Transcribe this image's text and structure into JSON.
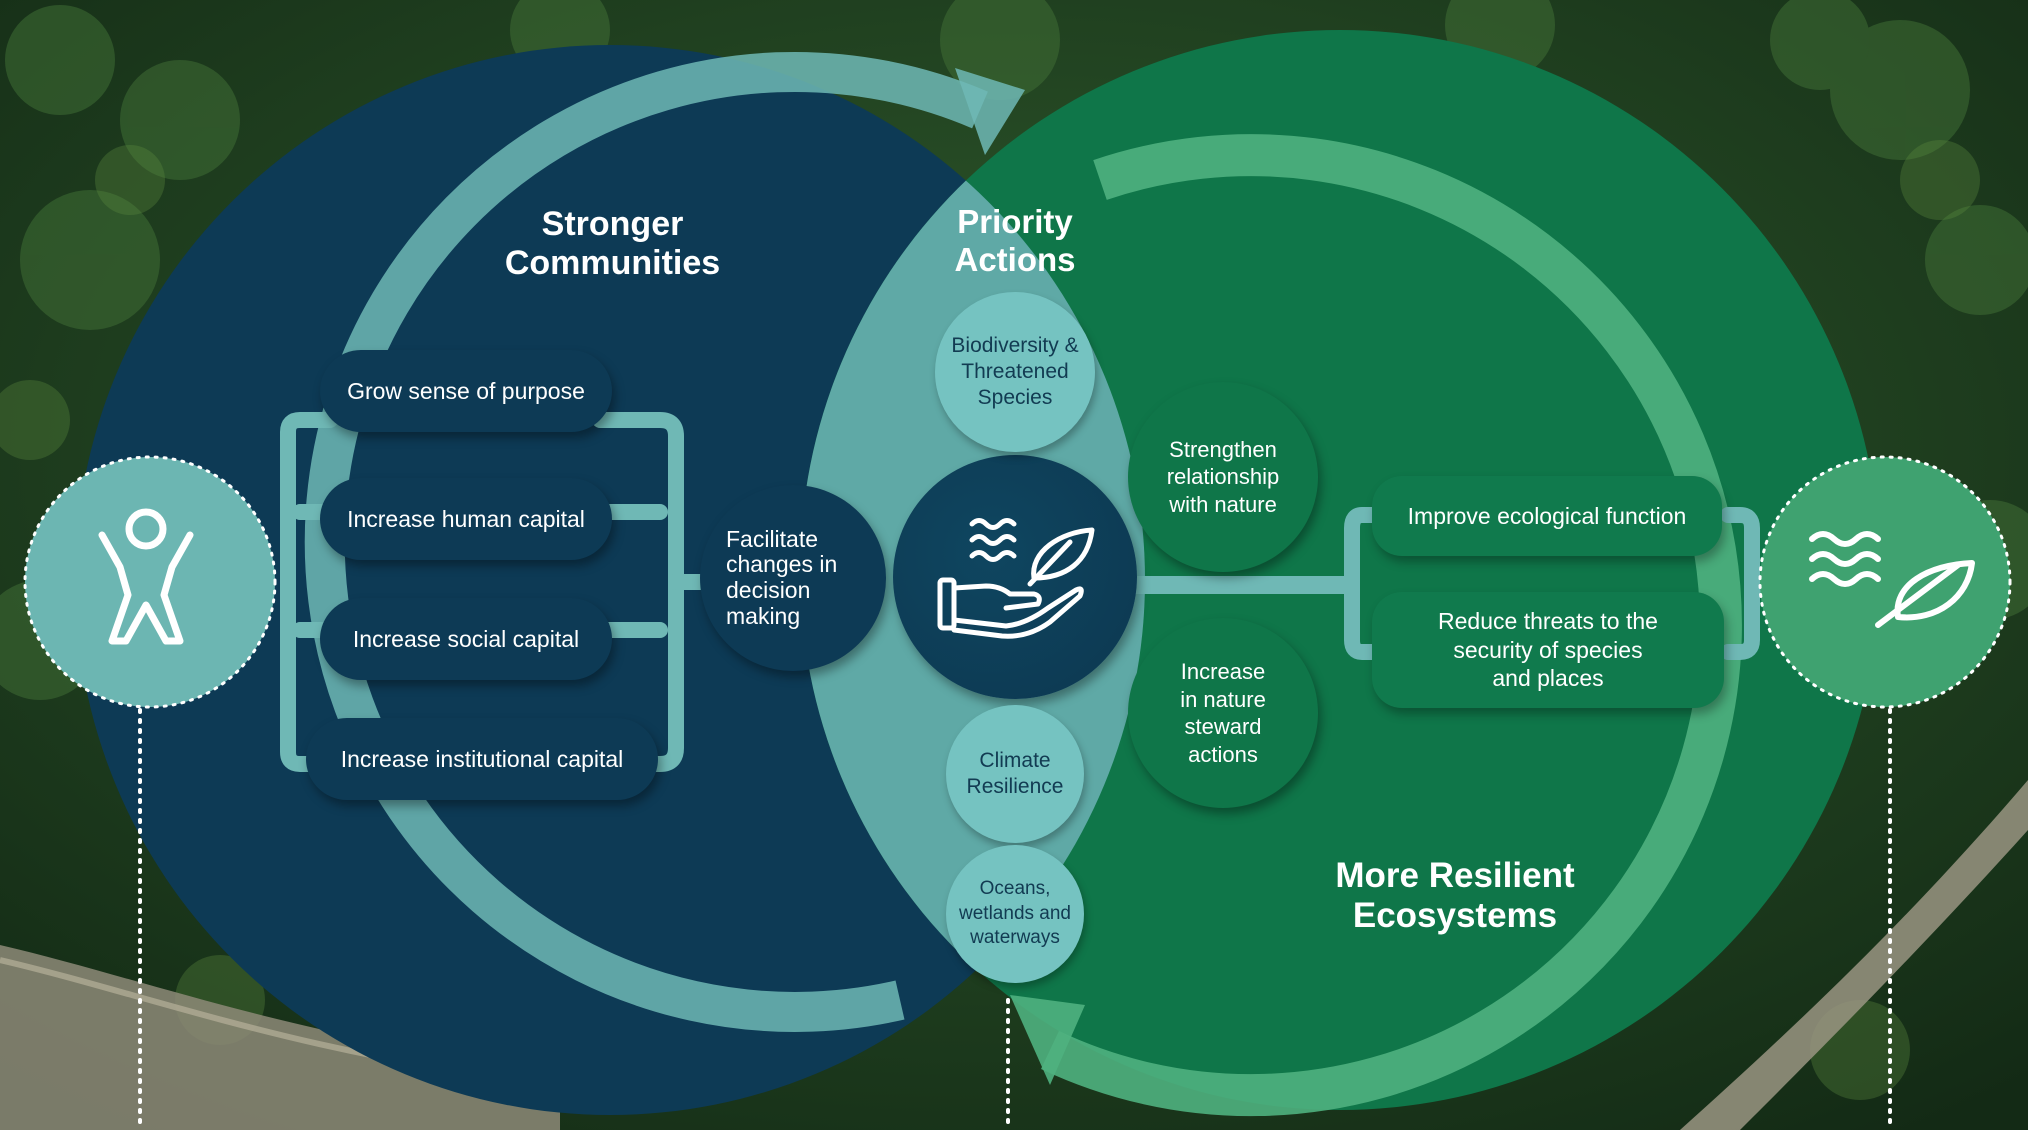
{
  "titles": {
    "left": [
      "Stronger",
      "Communities"
    ],
    "middle": [
      "Priority",
      "Actions"
    ],
    "right": [
      "More Resilient",
      "Ecosystems"
    ]
  },
  "left_items": [
    "Grow sense of purpose",
    "Increase human capital",
    "Increase social capital",
    "Increase institutional capital"
  ],
  "facilitate": [
    "Facilitate",
    "changes in",
    "decision",
    "making"
  ],
  "priority_actions": {
    "biodiversity": [
      "Biodiversity &",
      "Threatened",
      "Species"
    ],
    "climate": [
      "Climate",
      "Resilience"
    ],
    "oceans": [
      "Oceans,",
      "wetlands and",
      "waterways"
    ]
  },
  "right_circles": {
    "strengthen": [
      "Strengthen",
      "relationship",
      "with nature"
    ],
    "steward": [
      "Increase",
      "in nature",
      "steward",
      "actions"
    ]
  },
  "right_items": {
    "improve": "Improve ecological function",
    "reduce": [
      "Reduce threats to the",
      "security of species",
      "and places"
    ]
  },
  "icons": {
    "left_badge": "person-icon",
    "right_badge": "water-leaf-icon",
    "center": "hand-water-leaf-icon"
  },
  "colors": {
    "navy": "#0d3a55",
    "green": "#107a4d",
    "teal": "#6fb8b5",
    "mint": "#75c3c1"
  }
}
